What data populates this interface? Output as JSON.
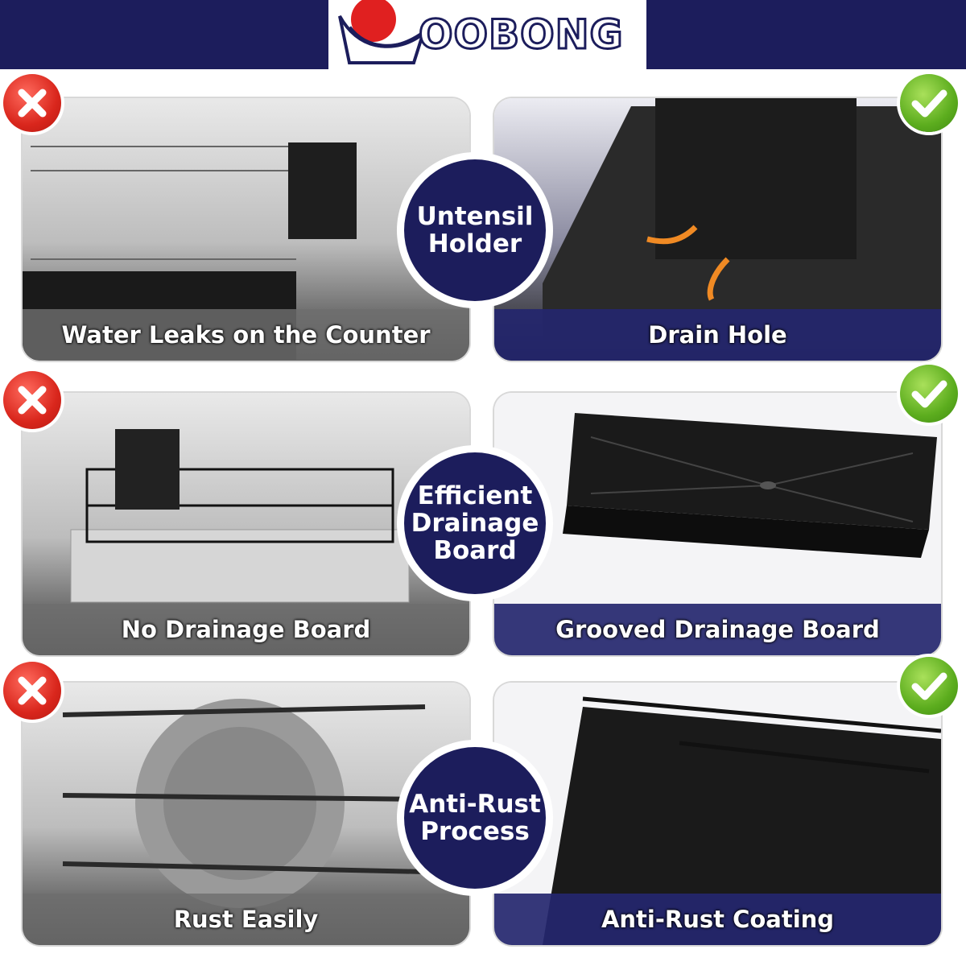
{
  "brand": {
    "logo_text": "OOBONG"
  },
  "colors": {
    "navy": "#1c1d5c",
    "bad": "#d9261c",
    "good": "#5cad1e",
    "caption_gray": "#6e6e6e"
  },
  "rows": [
    {
      "bad_caption": "Water Leaks on the Counter",
      "feature": "Untensil\nHolder",
      "good_caption": "Drain Hole"
    },
    {
      "bad_caption": "No Drainage Board",
      "feature": "Efficient\nDrainage\nBoard",
      "good_caption": "Grooved Drainage Board"
    },
    {
      "bad_caption": "Rust Easily",
      "feature": "Anti-Rust\nProcess",
      "good_caption": "Anti-Rust Coating"
    }
  ],
  "icons": {
    "bad": "cross-icon",
    "good": "check-icon"
  }
}
